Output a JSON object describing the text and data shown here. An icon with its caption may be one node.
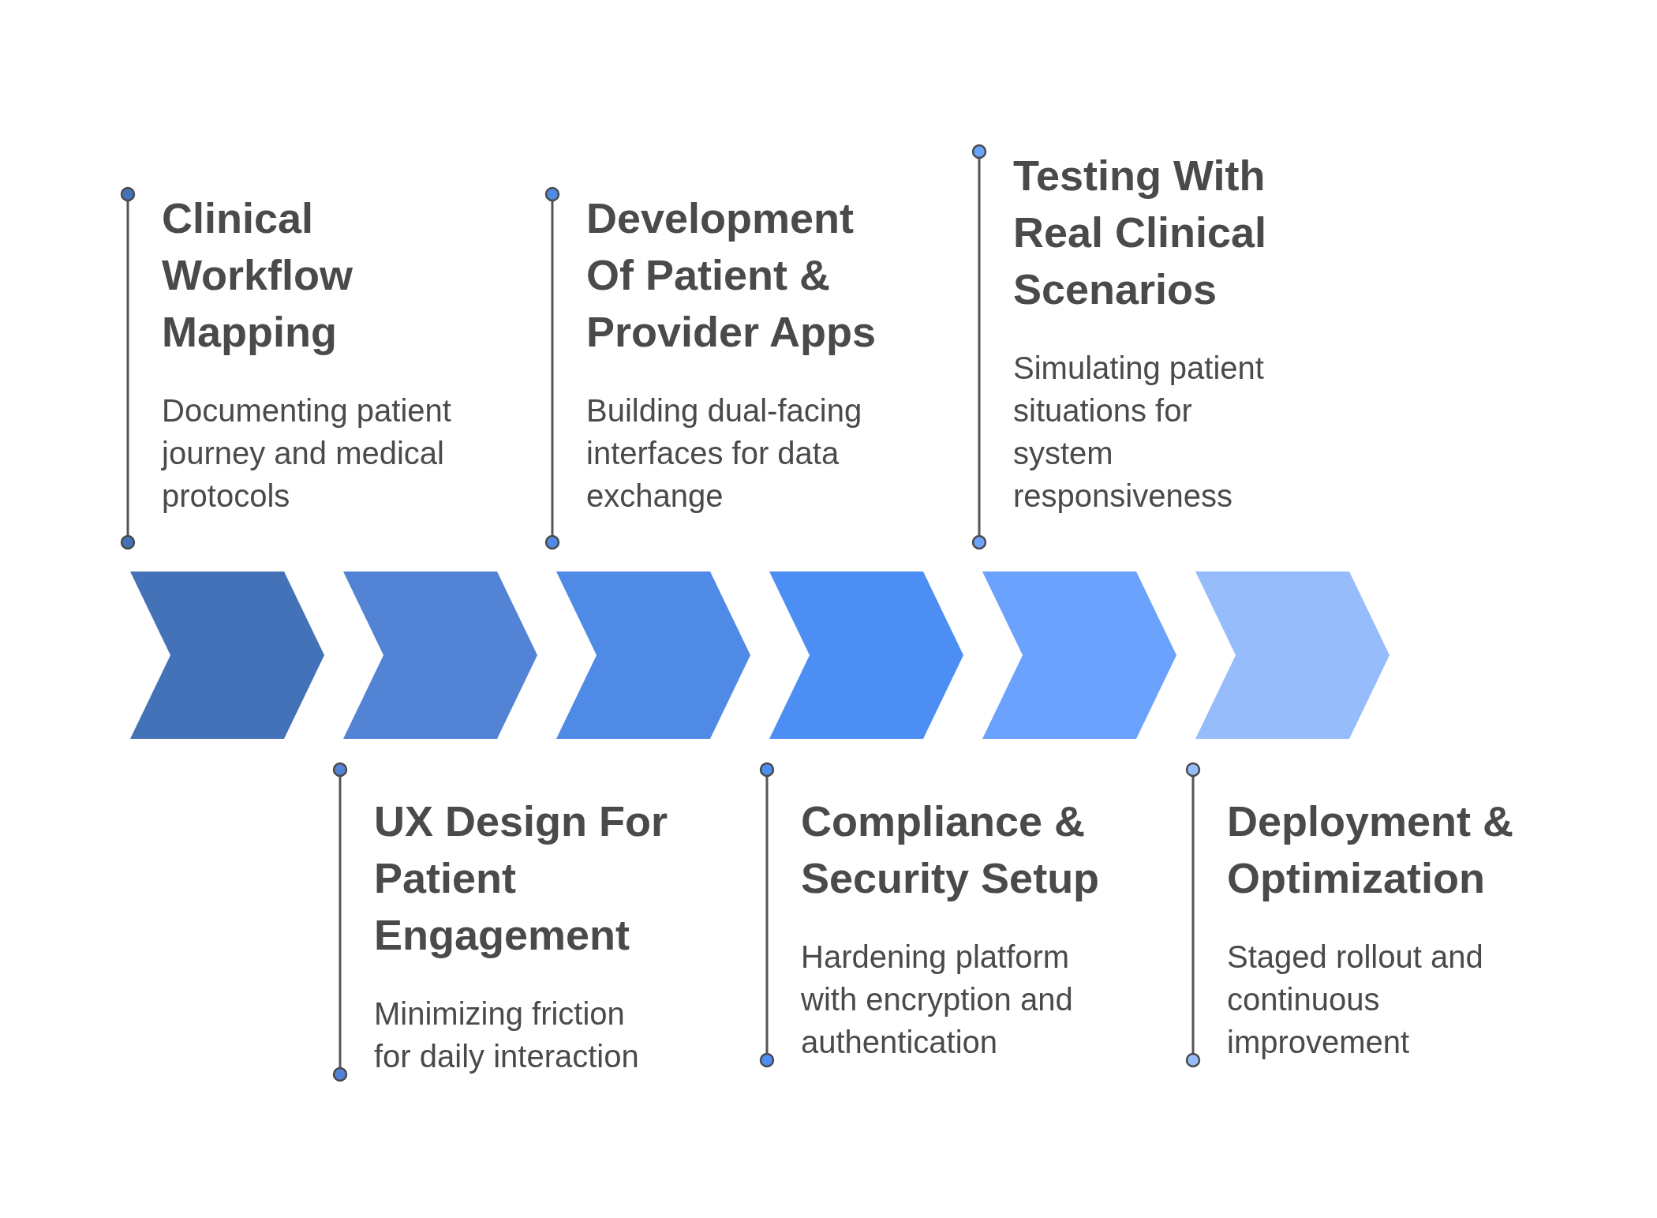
{
  "diagram": {
    "nodes": [
      {
        "text": [],
        "shape": "chevron",
        "beside": [
          "Clinical Workflow Mapping",
          "Documenting patient journey and medical protocols"
        ]
      },
      {
        "text": [],
        "shape": "chevron",
        "beside": [
          "UX Design For Patient Engagement",
          "Minimizing friction for daily interaction"
        ]
      },
      {
        "text": [],
        "shape": "chevron",
        "beside": [
          "Development Of Patient & Provider Apps",
          "Building dual-facing interfaces for data exchange"
        ]
      },
      {
        "text": [],
        "shape": "chevron",
        "beside": [
          "Compliance & Security Setup",
          "Hardening platform with encryption and authentication"
        ]
      },
      {
        "text": [],
        "shape": "chevron",
        "beside": [
          "Testing With Real Clinical Scenarios",
          "Simulating patient situations for system responsiveness"
        ]
      },
      {
        "text": [],
        "shape": "chevron",
        "beside": [
          "Deployment & Optimization",
          "Staged rollout and continuous improvement"
        ]
      }
    ]
  }
}
